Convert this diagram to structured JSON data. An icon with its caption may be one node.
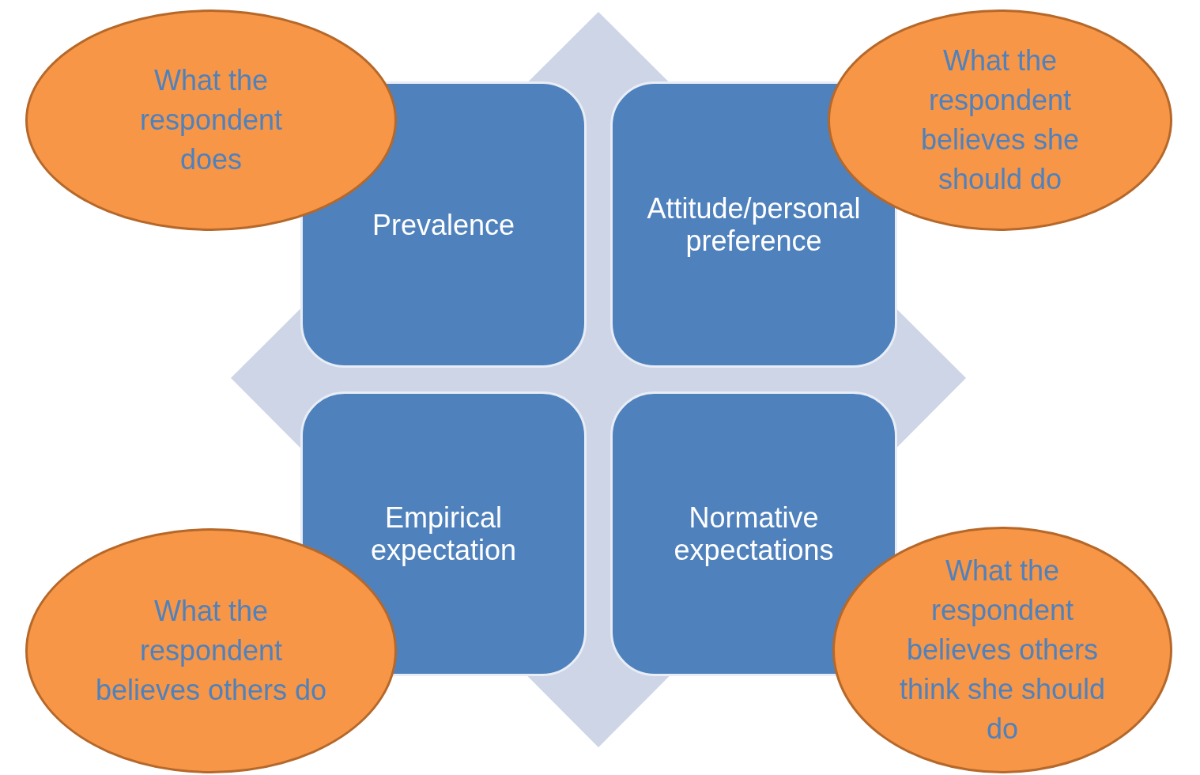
{
  "diagram": {
    "nodes": [
      {
        "text": [
          "What the respondent does"
        ]
      },
      {
        "text": [
          "What the respondent believes she should do"
        ]
      },
      {
        "text": [
          "Prevalence"
        ]
      },
      {
        "text": [
          "Attitude/personal preference"
        ]
      },
      {
        "text": [
          "Empirical expectation"
        ]
      },
      {
        "text": [
          "Normative expectations"
        ]
      },
      {
        "text": [
          "What the respondent believes others do"
        ]
      },
      {
        "text": [
          "What the respondent believes others think she should do"
        ]
      }
    ]
  }
}
